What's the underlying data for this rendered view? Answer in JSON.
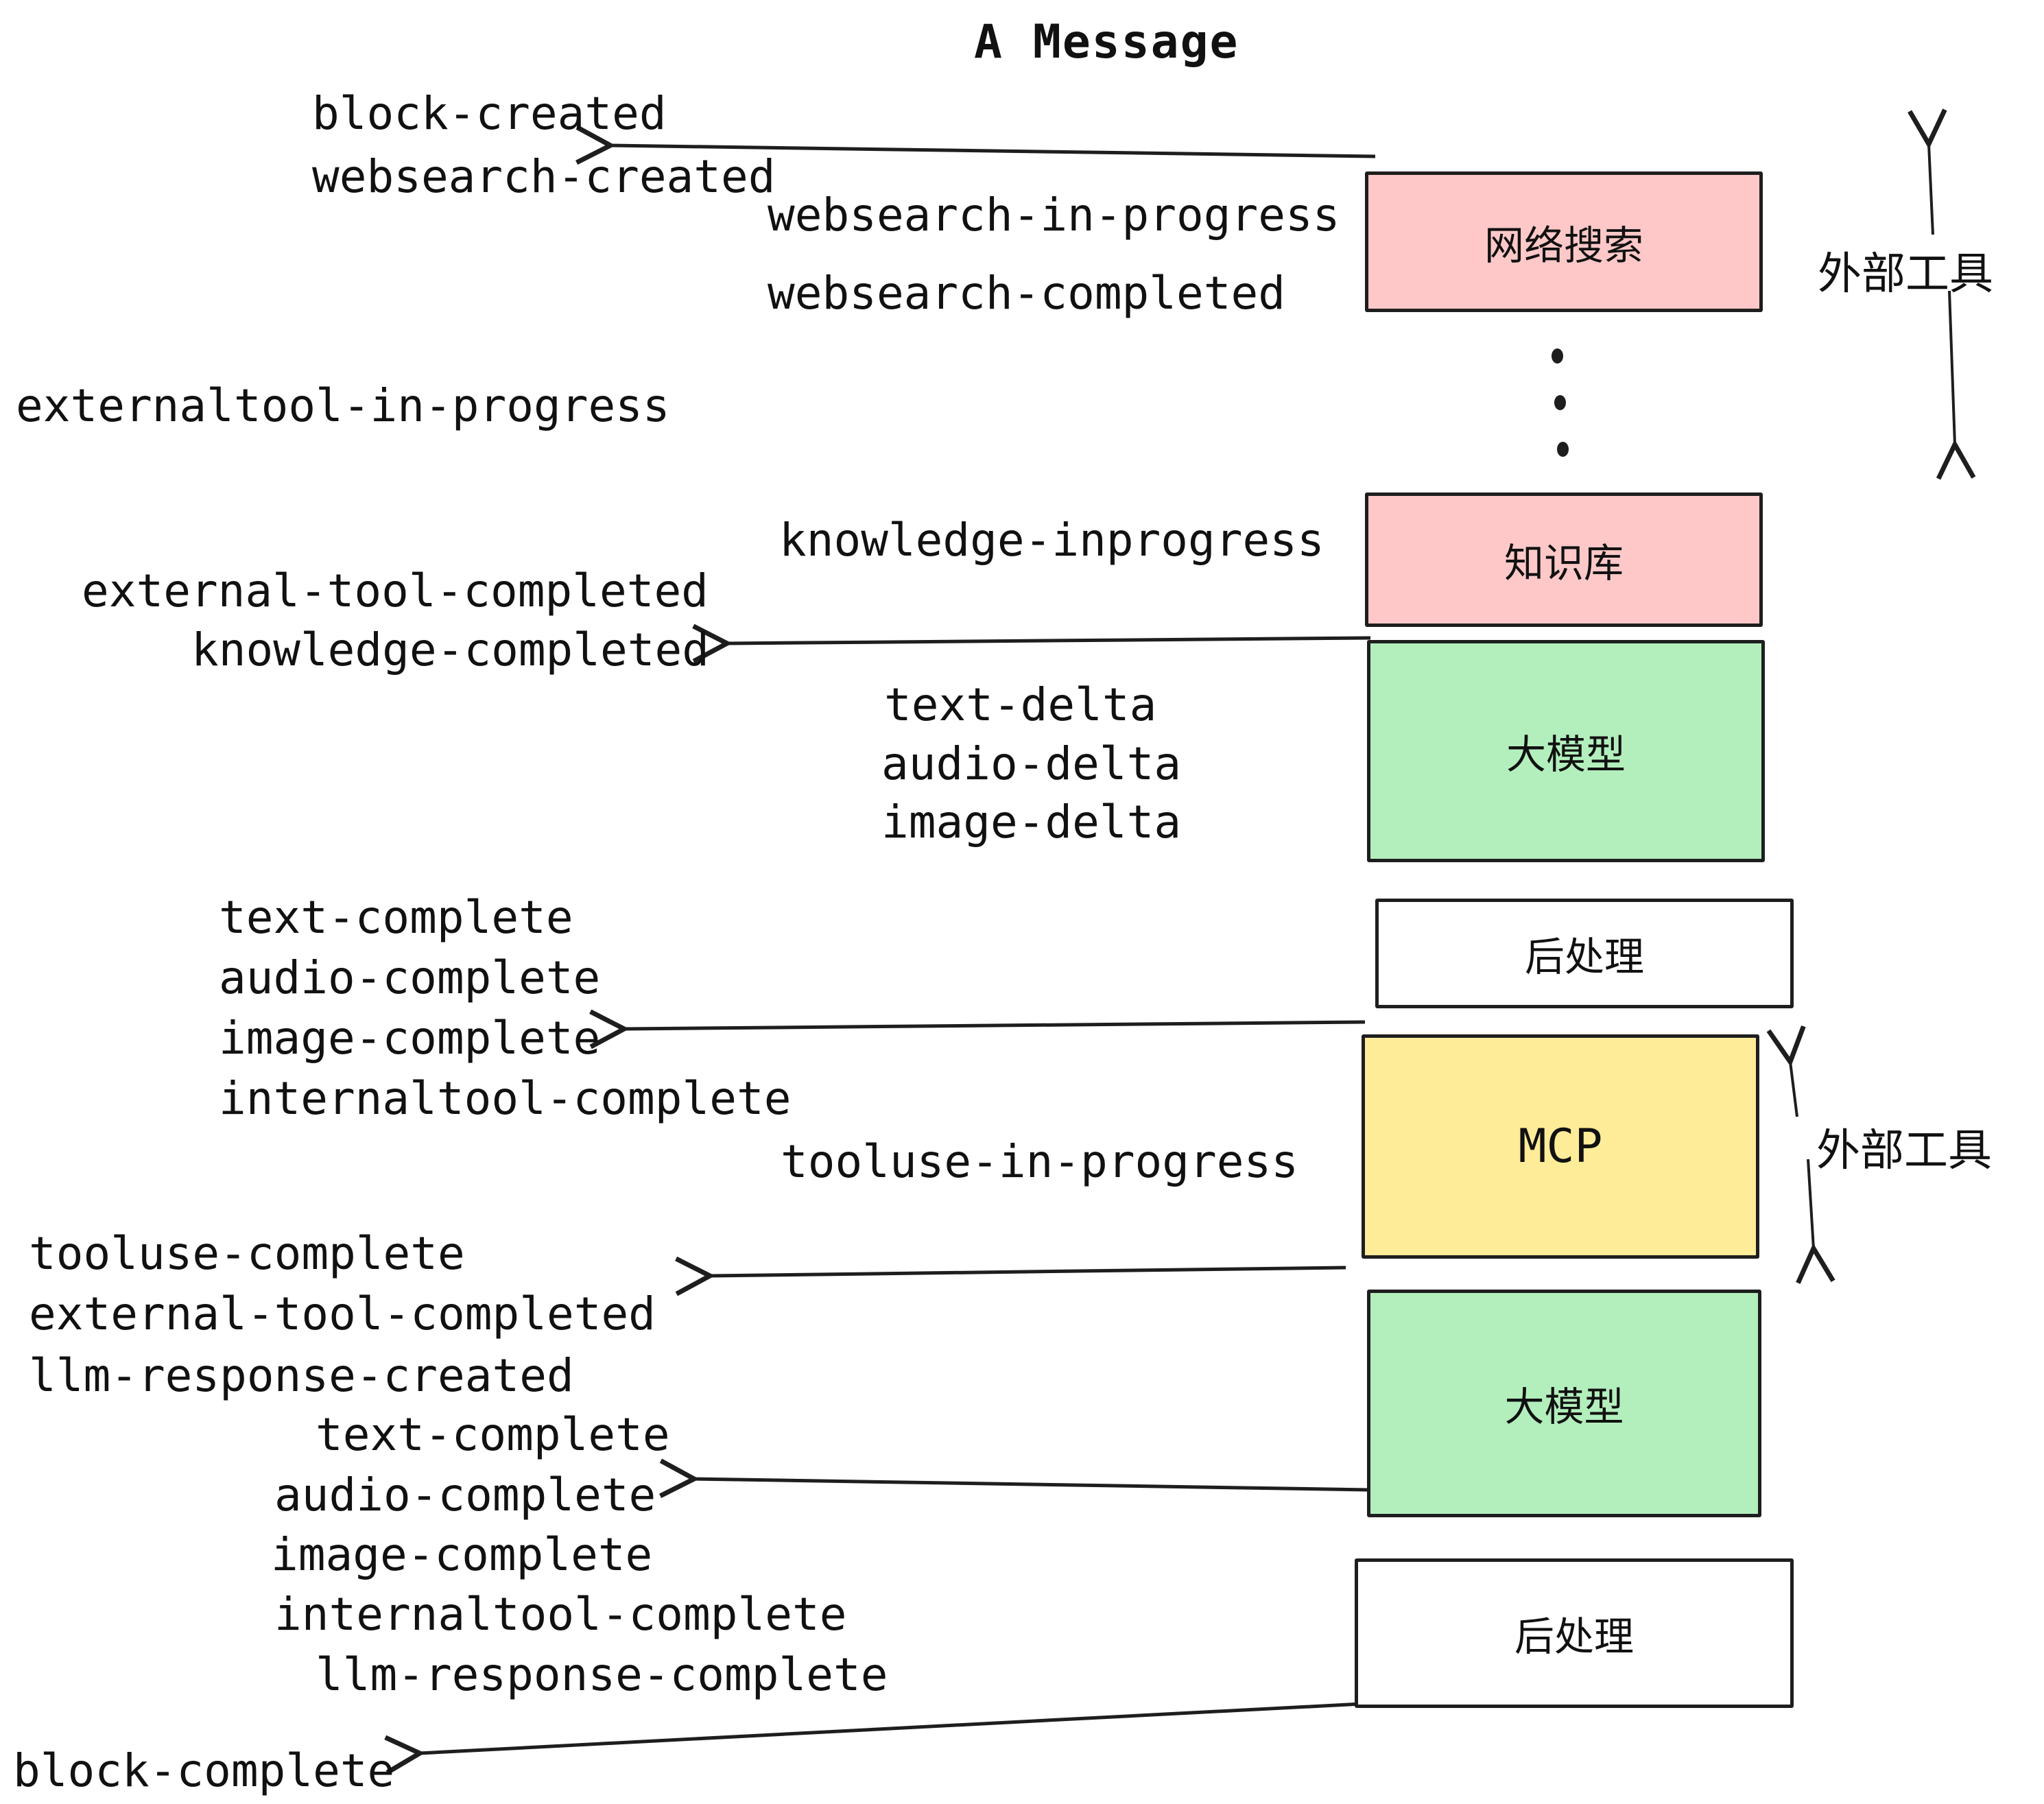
{
  "title": "A Message",
  "colors": {
    "pink": "#ffc8c8",
    "green": "#b3efbd",
    "yellow": "#ffec99",
    "white": "#ffffff",
    "border": "#1e1e1e",
    "text": "#111111"
  },
  "boxes": [
    {
      "id": "websearch",
      "label": "网络搜索",
      "fill": "pink"
    },
    {
      "id": "knowledge",
      "label": "知识库",
      "fill": "pink"
    },
    {
      "id": "llm-1",
      "label": "大模型",
      "fill": "green"
    },
    {
      "id": "postprocess-1",
      "label": "后处理",
      "fill": "white"
    },
    {
      "id": "mcp",
      "label": "MCP",
      "fill": "yellow"
    },
    {
      "id": "llm-2",
      "label": "大模型",
      "fill": "green"
    },
    {
      "id": "postprocess-2",
      "label": "后处理",
      "fill": "white"
    }
  ],
  "side_annotations": [
    {
      "label": "外部工具"
    },
    {
      "label": "外部工具"
    }
  ],
  "ellipsis_dots": 3,
  "events": [
    {
      "label": "block-created"
    },
    {
      "label": "websearch-created"
    },
    {
      "label": "websearch-in-progress"
    },
    {
      "label": "websearch-completed"
    },
    {
      "label": "externaltool-in-progress"
    },
    {
      "label": "knowledge-inprogress"
    },
    {
      "label": "external-tool-completed"
    },
    {
      "label": "knowledge-completed"
    },
    {
      "label": "text-delta"
    },
    {
      "label": "audio-delta"
    },
    {
      "label": "image-delta"
    },
    {
      "label": "text-complete"
    },
    {
      "label": "audio-complete"
    },
    {
      "label": "image-complete"
    },
    {
      "label": "internaltool-complete"
    },
    {
      "label": "tooluse-in-progress"
    },
    {
      "label": "tooluse-complete"
    },
    {
      "label": "external-tool-completed"
    },
    {
      "label": "llm-response-created"
    },
    {
      "label": "text-complete"
    },
    {
      "label": "audio-complete"
    },
    {
      "label": "image-complete"
    },
    {
      "label": "internaltool-complete"
    },
    {
      "label": "llm-response-complete"
    },
    {
      "label": "block-complete"
    }
  ]
}
